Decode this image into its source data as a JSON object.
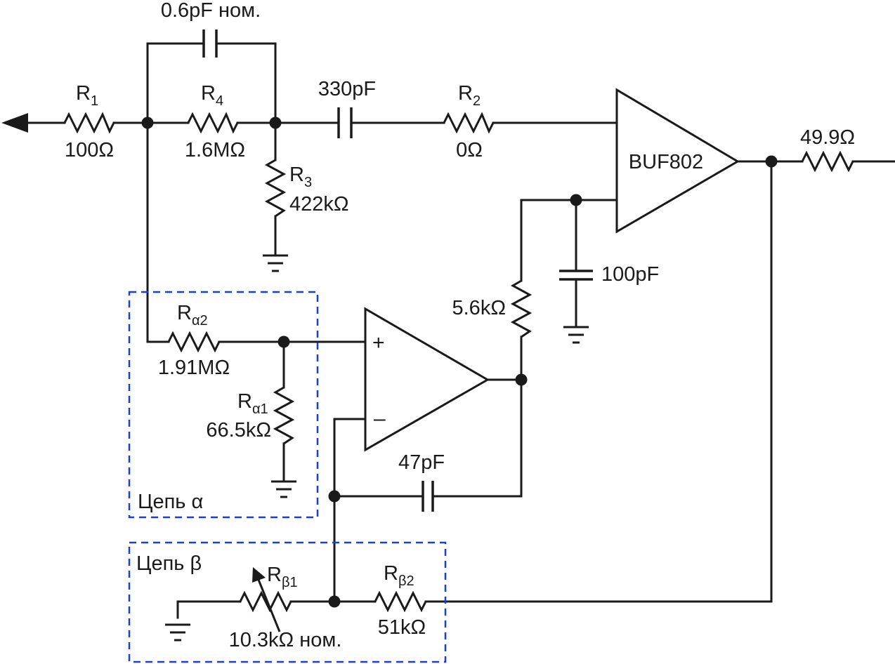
{
  "components": {
    "c_feedback": {
      "value": "0.6pF ном."
    },
    "r1": {
      "name": "R",
      "sub": "1",
      "value": "100Ω"
    },
    "r4": {
      "name": "R",
      "sub": "4",
      "value": "1.6MΩ"
    },
    "c_series": {
      "value": "330pF"
    },
    "r2": {
      "name": "R",
      "sub": "2",
      "value": "0Ω"
    },
    "r3": {
      "name": "R",
      "sub": "3",
      "value": "422kΩ"
    },
    "buffer": {
      "label": "BUF802"
    },
    "r_out": {
      "value": "49.9Ω"
    },
    "c_bias": {
      "value": "100pF"
    },
    "r_bias": {
      "value": "5.6kΩ"
    },
    "ra2": {
      "name": "R",
      "sub": "α2",
      "value": "1.91MΩ"
    },
    "ra1": {
      "name": "R",
      "sub": "α1",
      "value": "66.5kΩ"
    },
    "opamp": {
      "plus": "+",
      "minus": "–"
    },
    "c_comp": {
      "value": "47pF"
    },
    "rb1": {
      "name": "R",
      "sub": "β1",
      "value": "10.3kΩ ном."
    },
    "rb2": {
      "name": "R",
      "sub": "β2",
      "value": "51kΩ"
    }
  },
  "groups": {
    "alpha": {
      "label": "Цепь α"
    },
    "beta": {
      "label": "Цепь β"
    }
  },
  "colors": {
    "wire": "#1a1a1a",
    "group_box": "#1a3fd6"
  }
}
